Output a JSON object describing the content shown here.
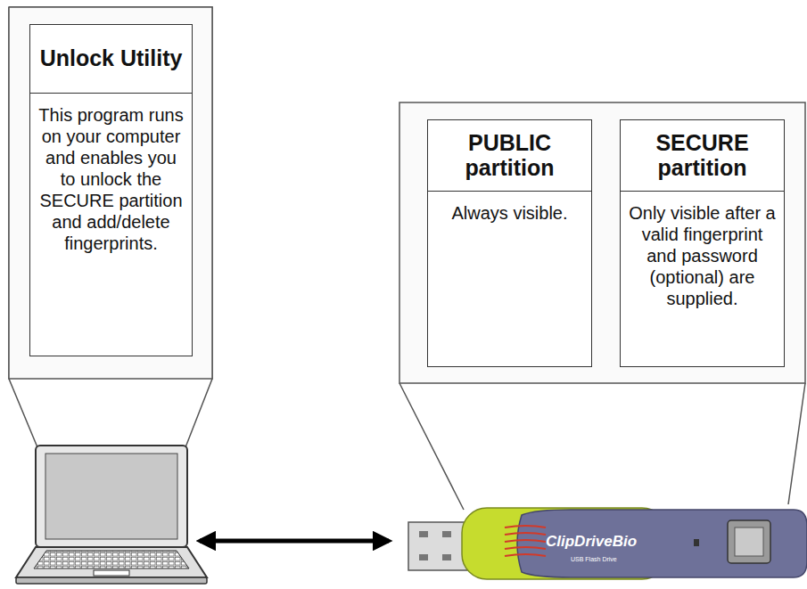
{
  "diagram": {
    "nodes": [
      {
        "text": [
          "Unlock Utility",
          "This program runs on your computer and enables you to unlock the SECURE partition and add/delete fingerprints."
        ]
      },
      {
        "text": [
          "PUBLIC partition",
          "Always visible."
        ]
      },
      {
        "text": [
          "SECURE partition",
          "Only visible after a valid fingerprint and password (optional) are supplied."
        ]
      }
    ],
    "labels": [
      "ClipDriveBio",
      "USB Flash Drive"
    ]
  }
}
